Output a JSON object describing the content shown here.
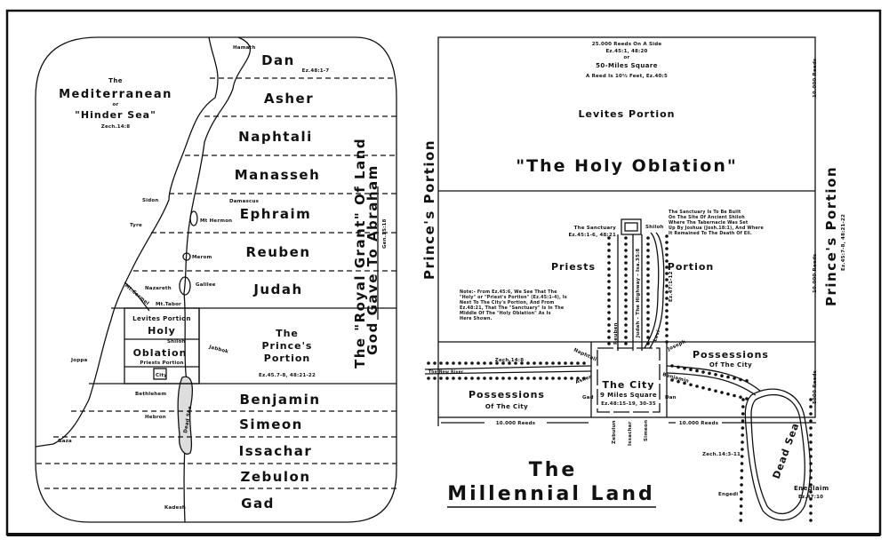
{
  "left_map": {
    "sea": {
      "line1": "The",
      "line2": "Mediterranean",
      "line3": "or",
      "line4": "\"Hinder Sea\"",
      "ref": "Zech.14:8"
    },
    "tribes": [
      {
        "name": "Dan",
        "ref": "Ez.48:1-7"
      },
      {
        "name": "Asher"
      },
      {
        "name": "Naphtali"
      },
      {
        "name": "Manasseh"
      },
      {
        "name": "Ephraim"
      },
      {
        "name": "Reuben"
      },
      {
        "name": "Judah"
      },
      {
        "name": "Benjamin"
      },
      {
        "name": "Simeon"
      },
      {
        "name": "Issachar"
      },
      {
        "name": "Zebulon"
      },
      {
        "name": "Gad"
      }
    ],
    "places": {
      "hamath": "Hamath",
      "sidon": "Sidon",
      "damascus": "Damascus",
      "tyre": "Tyre",
      "hermon": "Mt Hermon",
      "merom": "Merom",
      "galilee": "Galilee",
      "nazareth": "Nazareth",
      "tabor": "Mt.Tabor",
      "carmel": "Mt.Carmel",
      "joppa": "Joppa",
      "shiloh": "Shiloh",
      "jabbok": "Jabbok",
      "city": "City",
      "bethlehem": "Bethlehem",
      "hebron": "Hebron",
      "gaza": "Gaza",
      "kadesh": "Kadesh",
      "dead_sea": "Dead Sea"
    },
    "oblation": {
      "levites": "Levites Portion",
      "holy": "Holy",
      "oblation": "Oblation",
      "priests": "Priests Portion"
    },
    "prince": {
      "line1": "The",
      "line2": "Prince's",
      "line3": "Portion",
      "ref": "Ez.45.7-8, 48:21-22"
    },
    "royal_grant": {
      "line1": "The \"Royal Grant\" Of Land",
      "line2": "God Gave To Abraham",
      "ref": "Gen.15:18"
    }
  },
  "right_map": {
    "header": {
      "line1": "25.000 Reeds On A Side",
      "line2": "Ez.45:1, 48:20",
      "line3": "or",
      "line4": "50-Miles Square",
      "line5": "A Reed Is 10½ Feet, Ez.40:5"
    },
    "levites": "Levites Portion",
    "holy_oblation": "\"The Holy Oblation\"",
    "priests_left": "Priests",
    "priests_right": "Portion",
    "prince_left": "Prince's Portion",
    "prince_right": "Prince's Portion",
    "prince_right_ref": "Ez.45:7-8, 48:21-22",
    "reeds_top": "10.000 Reeds",
    "reeds_mid": "10.000 Reeds",
    "reeds_low": "5000 Reeds",
    "reeds_bottom_left": "10.000 Reeds",
    "reeds_bottom_right": "10.000 Reeds",
    "sanctuary": {
      "label": "The Sanctuary",
      "ref": "Ez.45:1-6, 48:21"
    },
    "shiloh": "Shiloh",
    "shiloh_note": [
      "The Sanctuary Is To Be Built",
      "On The Site Of Ancient Shiloh",
      "Where The Tabernacle Was Set",
      "Up By Joshua (Josh.18:1), And Where",
      "It Remained To The Death Of Eli."
    ],
    "note": [
      "Note:- From Ez.45:6, We See That The",
      "\"Holy\" or \"Priest's Portion\" (Ez.45:1-4), Is",
      "Next To The City's Portion, And From",
      "Ez.48:21, That The \"Sanctuary\" Is In The",
      "Middle Of The \"Holy Oblation\" As Is",
      "Here Shown."
    ],
    "highway": "Judah - The Highway - Isa.35:8",
    "reuben": "Reuben",
    "levi": "Levi",
    "river_ref": "Ez.47:1-12",
    "zech_river": "Zech.14:8",
    "new_river": "The New River",
    "gates": {
      "naphtali": "Naphtali",
      "joseph": "Joseph",
      "asher": "Asher",
      "benjamin": "Benjamin",
      "gad": "Gad",
      "dan": "Dan",
      "zebulun": "Zebulun",
      "issachar": "Issachar",
      "simeon": "Simeon"
    },
    "city": {
      "title": "The City",
      "size": "9 Miles Square",
      "ref": "Ez.48:15-19, 30-35"
    },
    "possessions_left": {
      "line1": "Possessions",
      "line2": "Of The City"
    },
    "possessions_right": {
      "line1": "Possessions",
      "line2": "Of The City"
    },
    "dead_sea": "Dead Sea",
    "zech_dead": "Zech.14:3-11",
    "engedi": "Engedi",
    "eneglaim": "Eneglaim",
    "eneglaim_ref": "Ez.47:10",
    "title_line1": "The",
    "title_line2": "Millennial Land"
  }
}
